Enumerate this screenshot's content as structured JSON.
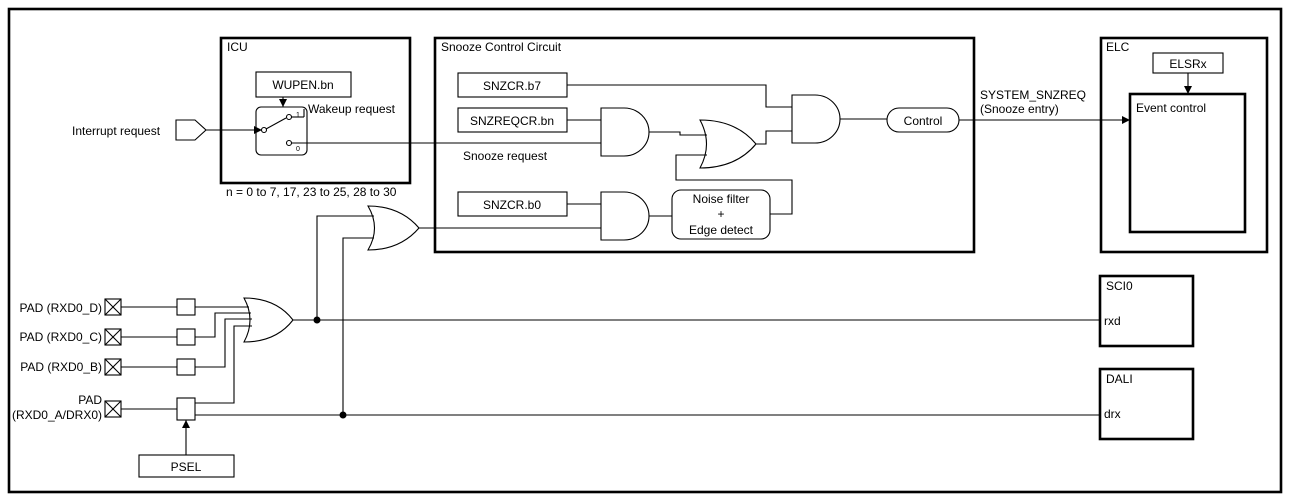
{
  "blocks": {
    "icu": "ICU",
    "snooze": "Snooze Control Circuit",
    "elc": "ELC",
    "sci0": "SCI0",
    "dali": "DALI"
  },
  "registers": {
    "wupen": "WUPEN.bn",
    "snzcr_b7": "SNZCR.b7",
    "snzreqcr": "SNZREQCR.bn",
    "snzcr_b0": "SNZCR.b0",
    "elsrx": "ELSRx",
    "psel": "PSEL"
  },
  "labels": {
    "interrupt_request": "Interrupt request",
    "wakeup_request": "Wakeup request",
    "switch_1": "1",
    "switch_0": "0",
    "n_range": "n = 0 to 7, 17, 23 to 25, 28 to 30",
    "snooze_request": "Snooze request",
    "control": "Control",
    "noise_filter_1": "Noise filter",
    "noise_filter_2": "+",
    "noise_filter_3": "Edge detect",
    "system_snzreq_1": "SYSTEM_SNZREQ",
    "system_snzreq_2": "(Snooze entry)",
    "event_control": "Event control",
    "rxd": "rxd",
    "drx": "drx"
  },
  "pads": [
    "PAD (RXD0_D)",
    "PAD (RXD0_C)",
    "PAD (RXD0_B)"
  ],
  "pad_a": {
    "line1": "PAD",
    "line2": "(RXD0_A/DRX0)"
  }
}
